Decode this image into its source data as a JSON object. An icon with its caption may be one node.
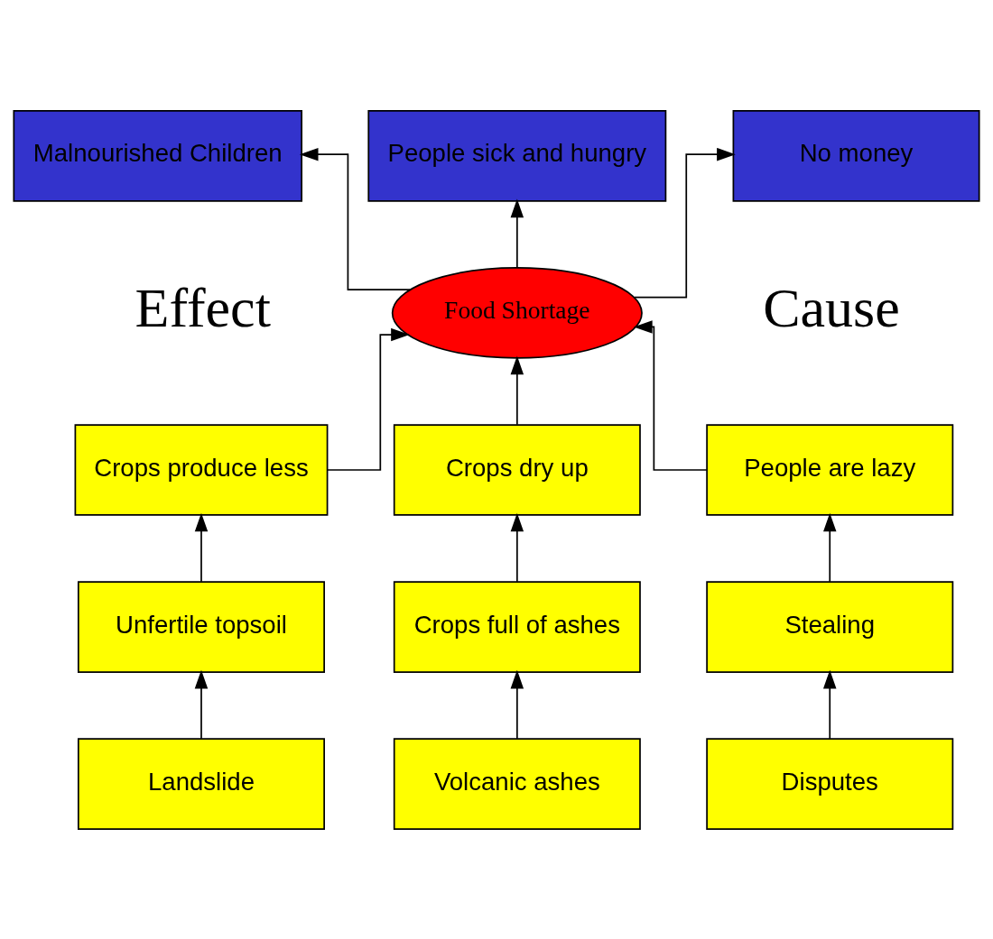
{
  "diagram": {
    "nodes": [
      {
        "text": [
          "Malnourished Children"
        ]
      },
      {
        "text": [
          "People sick and hungry"
        ]
      },
      {
        "text": [
          "No money"
        ]
      },
      {
        "text": [
          "Food Shortage"
        ]
      },
      {
        "text": [
          "Crops produce less"
        ]
      },
      {
        "text": [
          "Crops dry up"
        ]
      },
      {
        "text": [
          "People are lazy"
        ]
      },
      {
        "text": [
          "Unfertile topsoil"
        ]
      },
      {
        "text": [
          "Crops full of ashes"
        ]
      },
      {
        "text": [
          "Stealing"
        ]
      },
      {
        "text": [
          "Landslide"
        ]
      },
      {
        "text": [
          "Volcanic ashes"
        ]
      },
      {
        "text": [
          "Disputes"
        ]
      }
    ],
    "edges": [
      {
        "from": 3,
        "to": 0,
        "arrow": "to"
      },
      {
        "from": 3,
        "to": 1,
        "arrow": "to"
      },
      {
        "from": 3,
        "to": 2,
        "arrow": "to"
      },
      {
        "from": 4,
        "to": 3,
        "arrow": "to"
      },
      {
        "from": 5,
        "to": 3,
        "arrow": "to"
      },
      {
        "from": 6,
        "to": 3,
        "arrow": "to"
      },
      {
        "from": 7,
        "to": 4,
        "arrow": "to"
      },
      {
        "from": 8,
        "to": 5,
        "arrow": "to"
      },
      {
        "from": 9,
        "to": 6,
        "arrow": "to"
      },
      {
        "from": 10,
        "to": 7,
        "arrow": "to"
      },
      {
        "from": 11,
        "to": 8,
        "arrow": "to"
      },
      {
        "from": 12,
        "to": 9,
        "arrow": "to"
      }
    ],
    "labels": [
      "Effect",
      "Cause"
    ]
  }
}
